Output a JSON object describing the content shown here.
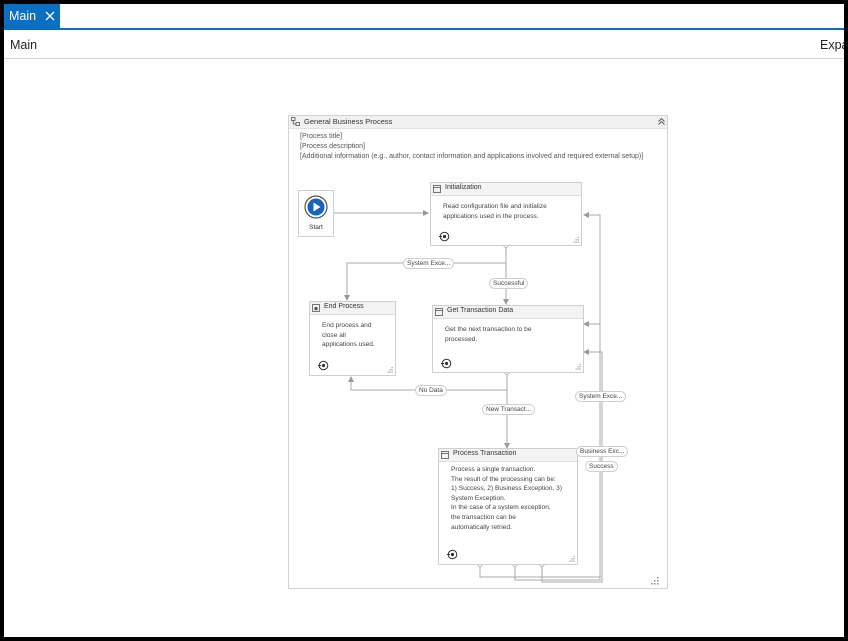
{
  "tab": {
    "label": "Main"
  },
  "header": {
    "breadcrumb": "Main",
    "expand_label": "Expand All"
  },
  "sequence": {
    "title": "General Business Process",
    "annotations": [
      "[Process title]",
      "[Process description]",
      "[Additional information (e.g., author, contact information and applications involved and required external setup)]"
    ]
  },
  "start": {
    "label": "Start"
  },
  "states": {
    "initialization": {
      "title": "Initialization",
      "description": [
        "Read configuration file and initialize",
        "applications used in the process."
      ]
    },
    "end_process": {
      "title": "End Process",
      "description": [
        "End process and",
        "close all",
        "applications used."
      ]
    },
    "get_transaction_data": {
      "title": "Get Transaction Data",
      "description": [
        "Get the next transaction to be",
        "processed."
      ]
    },
    "process_transaction": {
      "title": "Process Transaction",
      "description": [
        "Process a single transaction.",
        "The result of the processing can be:",
        "1) Success, 2) Business Exception, 3)",
        "System Exception.",
        "In the case of a system exception,",
        "the transaction can be",
        "automatically retried."
      ]
    }
  },
  "transitions": {
    "system_exception_init": "System Exce...",
    "successful": "Successful",
    "no_data": "No Data",
    "new_transaction": "New Transact...",
    "system_exception_proc": "System Exce...",
    "business_exception": "Business Exc...",
    "success": "Success"
  },
  "colors": {
    "accent": "#0a6fc2",
    "start_play": "#1565c0",
    "connector": "#9a9a9a"
  }
}
